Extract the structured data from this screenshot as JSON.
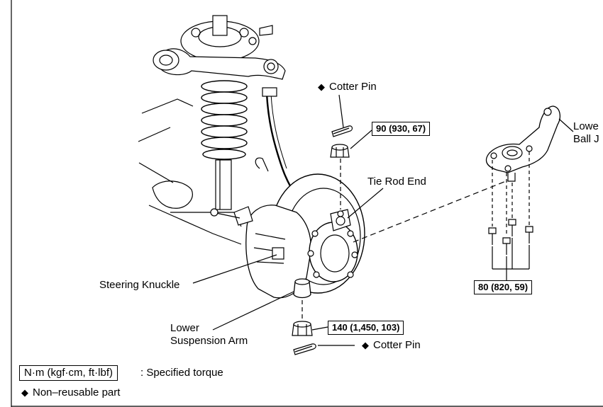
{
  "labels": {
    "cotter_pin_top": "Cotter Pin",
    "tie_rod_end": "Tie Rod End",
    "lower_ball_joint_line1": "Lowe",
    "lower_ball_joint_line2": "Ball J",
    "steering_knuckle": "Steering Knuckle",
    "lower_suspension_arm_line1": "Lower",
    "lower_suspension_arm_line2": "Suspension Arm",
    "cotter_pin_bottom": "Cotter Pin"
  },
  "torque": {
    "tie_rod_nut": "90 (930, 67)",
    "ball_joint_bolts": "80 (820, 59)",
    "lower_arm_nut": "140 (1,450, 103)"
  },
  "legend": {
    "unit_box": "N·m (kgf·cm, ft·lbf)",
    "unit_desc": ": Specified torque",
    "non_reusable": "Non–reusable part"
  },
  "symbols": {
    "diamond": "◆"
  }
}
